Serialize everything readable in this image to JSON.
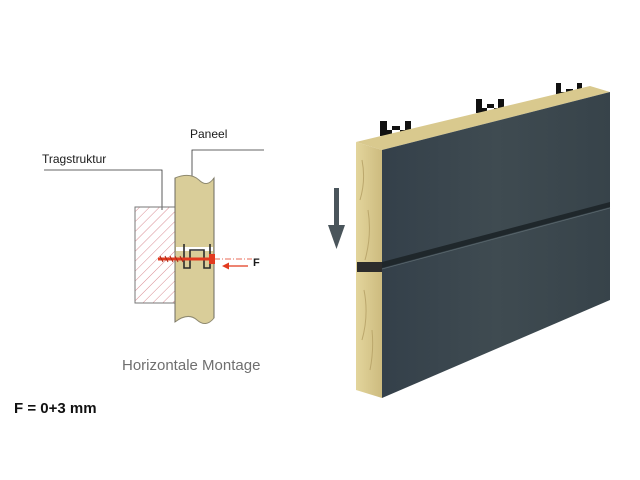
{
  "labels": {
    "support_structure": "Tragstruktur",
    "panel": "Paneel",
    "force": "F"
  },
  "caption": "Horizontale Montage",
  "formula": "F = 0+3 mm",
  "colors": {
    "panel_face": "#3a464b",
    "panel_core": "#d8c98f",
    "hatch": "#d98c93",
    "screw": "#e23a1f",
    "arrow": "#4a555b"
  }
}
